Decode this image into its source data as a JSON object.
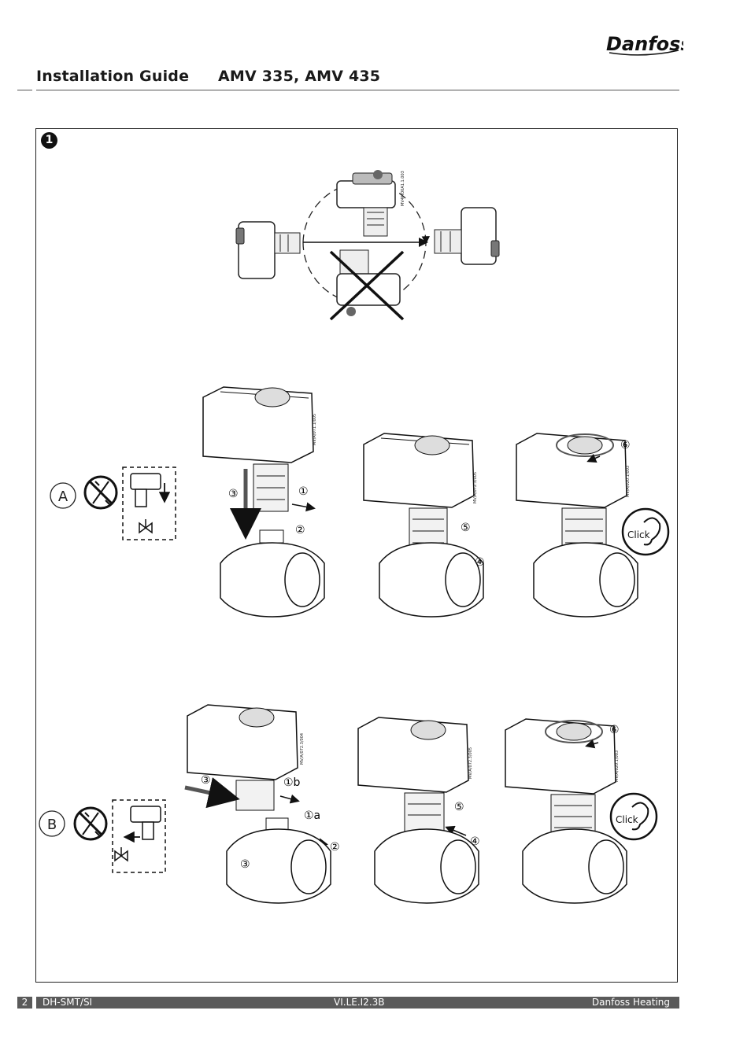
{
  "brand": {
    "logo_text": "Danfoss"
  },
  "header": {
    "title": "Installation Guide",
    "model": "AMV 335, AMV 435"
  },
  "figure": {
    "number": "1",
    "orientation_code": "MV4MO0A1.1.003",
    "section_a": {
      "label": "A",
      "codes": [
        "MV/A/071.1/005",
        "MV/A/072.3/005",
        "MV/A/020.1/003"
      ],
      "steps": [
        "①",
        "②",
        "③",
        "④",
        "⑤",
        "⑥"
      ],
      "click": "Click"
    },
    "section_b": {
      "label": "B",
      "codes": [
        "MV/A/072.3/004",
        "MV/A/072.3/005",
        "MV/A/020.1/003"
      ],
      "steps": [
        "③",
        "①b",
        "①a",
        "②",
        "③",
        "⑤",
        "④",
        "⑥"
      ],
      "click": "Click"
    }
  },
  "footer": {
    "page": "2",
    "doc": "DH-SMT/SI",
    "code": "VI.LE.I2.3B",
    "brand": "Danfoss Heating"
  }
}
